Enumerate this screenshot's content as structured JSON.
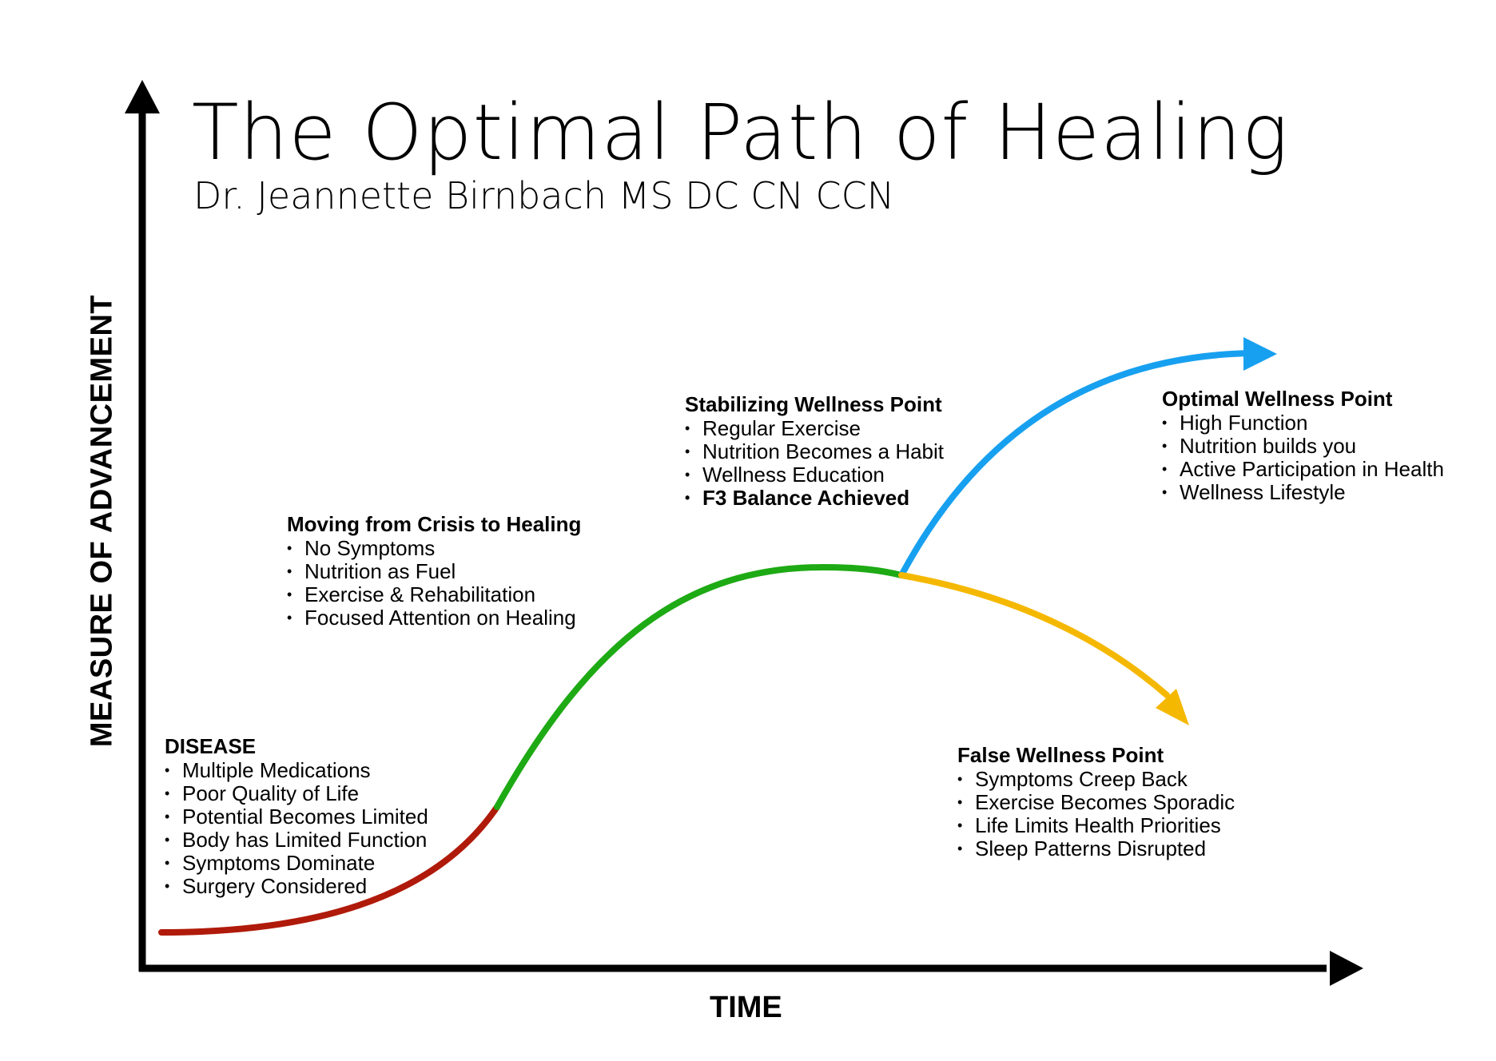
{
  "title": "The Optimal Path of Healing",
  "subtitle": "Dr. Jeannette Birnbach MS DC CN CCN",
  "axes": {
    "y_label": "MEASURE OF ADVANCEMENT",
    "x_label": "TIME"
  },
  "colors": {
    "axis": "#000000",
    "disease_segment": "#b01a0a",
    "healing_segment": "#1eaa14",
    "optimal_branch": "#18a0f0",
    "false_branch": "#f5b800"
  },
  "blocks": {
    "disease": {
      "title": "DISEASE",
      "items": [
        "Multiple Medications",
        "Poor Quality of Life",
        "Potential Becomes Limited",
        "Body has Limited Function",
        "Symptoms Dominate",
        "Surgery Considered"
      ]
    },
    "crisis": {
      "title": "Moving from Crisis to Healing",
      "items": [
        "No Symptoms",
        "Nutrition as Fuel",
        "Exercise & Rehabilitation",
        "Focused Attention on Healing"
      ]
    },
    "stabilizing": {
      "title": "Stabilizing Wellness Point",
      "items": [
        "Regular Exercise",
        "Nutrition Becomes a Habit",
        "Wellness Education",
        "F3 Balance Achieved"
      ]
    },
    "optimal": {
      "title": "Optimal Wellness Point",
      "items": [
        "High Function",
        "Nutrition builds you",
        "Active Participation in Health",
        "Wellness Lifestyle"
      ]
    },
    "false": {
      "title": "False Wellness Point",
      "items": [
        "Symptoms Creep Back",
        "Exercise Becomes Sporadic",
        "Life Limits Health Priorities",
        "Sleep Patterns Disrupted"
      ]
    }
  }
}
